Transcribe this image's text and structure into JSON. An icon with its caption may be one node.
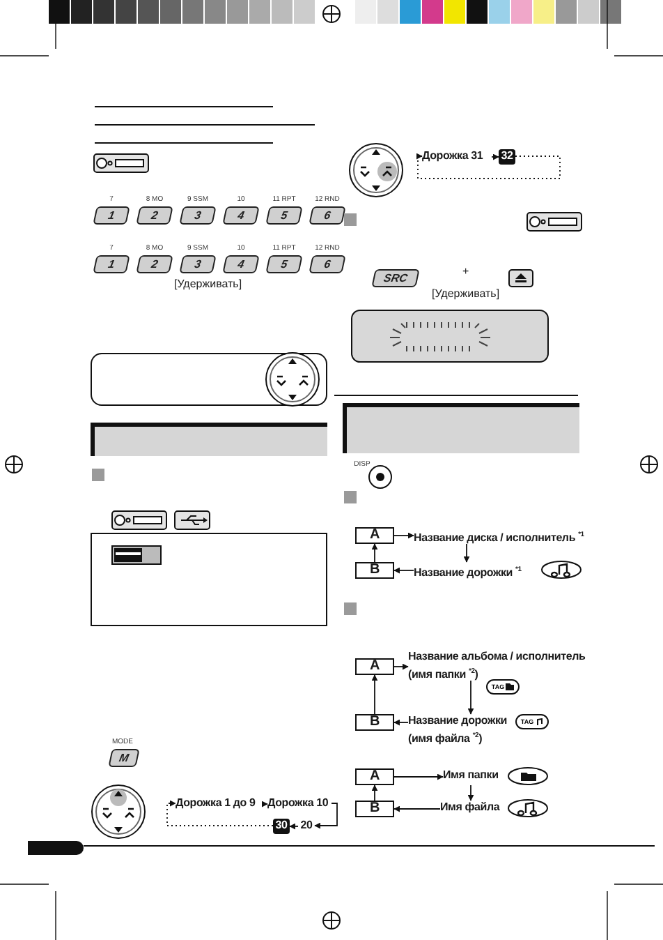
{
  "diagram": {
    "nodes": [
      {
        "text": [
          "Дорожка 1 до 9"
        ]
      },
      {
        "text": [
          "Дорожка 10"
        ]
      },
      {
        "text": [
          "20"
        ]
      },
      {
        "text": [
          "30"
        ]
      },
      {
        "text": [
          "Дорожка 31"
        ]
      },
      {
        "text": [
          "32"
        ]
      },
      {
        "text": [
          "A"
        ]
      },
      {
        "text": [
          "Название диска / исполнитель $^{*1}$"
        ]
      },
      {
        "text": [
          "Название дорожки $^{*1}$"
        ]
      },
      {
        "text": [
          "B"
        ]
      },
      {
        "text": [
          "A"
        ]
      },
      {
        "text": [
          "Название альбома / исполнитель (имя папки $^{*2}$)"
        ]
      },
      {
        "text": [
          "Название дорожки (имя файла $^{*2}$)"
        ]
      },
      {
        "text": [
          "B"
        ]
      },
      {
        "text": [
          "A"
        ]
      },
      {
        "text": [
          "Имя папки"
        ]
      },
      {
        "text": [
          "Имя файла"
        ]
      },
      {
        "text": [
          "B"
        ]
      },
      {
        "text": [],
        "shape": "bar"
      },
      {
        "text": [],
        "shape": "bar"
      }
    ],
    "edges": [
      {
        "from": 0,
        "to": 1,
        "arrow": "to"
      },
      {
        "from": 1,
        "to": 2,
        "arrow": "to"
      },
      {
        "from": 2,
        "to": 3,
        "arrow": "to"
      },
      {
        "from": 3,
        "to": 0,
        "arrow": "to",
        "style": "dashed"
      },
      {
        "from": 4,
        "to": 5,
        "arrow": "to"
      },
      {
        "from": 5,
        "to": 4,
        "arrow": "to",
        "style": "dashed"
      },
      {
        "from": 6,
        "to": 7,
        "arrow": "to"
      },
      {
        "from": 7,
        "to": 8,
        "arrow": "to"
      },
      {
        "from": 8,
        "to": 9,
        "arrow": "to"
      },
      {
        "from": 9,
        "to": 6,
        "arrow": "to"
      },
      {
        "from": 10,
        "to": 11,
        "arrow": "to"
      },
      {
        "from": 11,
        "to": 12,
        "arrow": "to"
      },
      {
        "from": 12,
        "to": 13,
        "arrow": "to"
      },
      {
        "from": 13,
        "to": 10,
        "arrow": "to"
      },
      {
        "from": 14,
        "to": 15,
        "arrow": "to"
      },
      {
        "from": 15,
        "to": 16,
        "arrow": "to"
      },
      {
        "from": 16,
        "to": 17,
        "arrow": "to"
      },
      {
        "from": 17,
        "to": 14,
        "arrow": "to"
      }
    ],
    "labels": [
      "7",
      "8 MO",
      "9 SSM",
      "10",
      "11 RPT",
      "12 RND",
      "1",
      "2",
      "3",
      "4",
      "5",
      "6",
      "7",
      "8 MO",
      "9 SSM",
      "10",
      "11 RPT",
      "12 RND",
      "1",
      "2",
      "3",
      "4",
      "5",
      "6",
      "[Удерживать]",
      "MODE",
      "M",
      "SRC",
      "+",
      "[Удерживать]",
      "DISP",
      "TAG",
      "TAG"
    ]
  }
}
